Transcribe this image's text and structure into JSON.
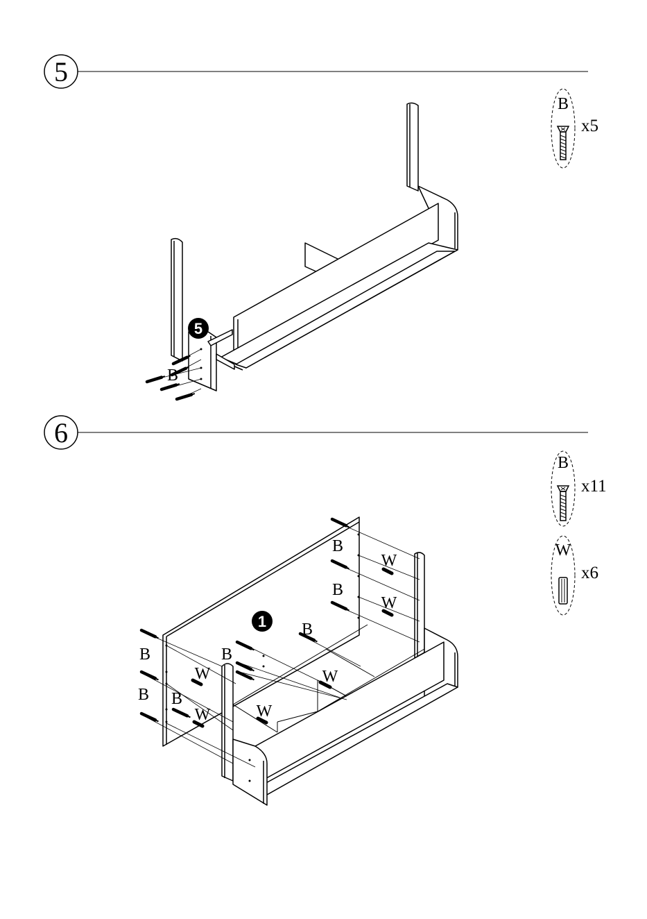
{
  "steps": [
    {
      "number": "5",
      "badge": "5",
      "callout_labels": [
        "B"
      ],
      "parts": [
        {
          "letter": "B",
          "quantity": "x5",
          "icon": "screw-icon"
        }
      ]
    },
    {
      "number": "6",
      "badge": "1",
      "callout_labels": {
        "b": [
          "B",
          "B",
          "B",
          "B",
          "B",
          "B",
          "B"
        ],
        "w": [
          "W",
          "W",
          "W",
          "W",
          "W",
          "W"
        ]
      },
      "parts": [
        {
          "letter": "B",
          "quantity": "x11",
          "icon": "screw-icon"
        },
        {
          "letter": "W",
          "quantity": "x6",
          "icon": "dowel-icon"
        }
      ]
    }
  ]
}
